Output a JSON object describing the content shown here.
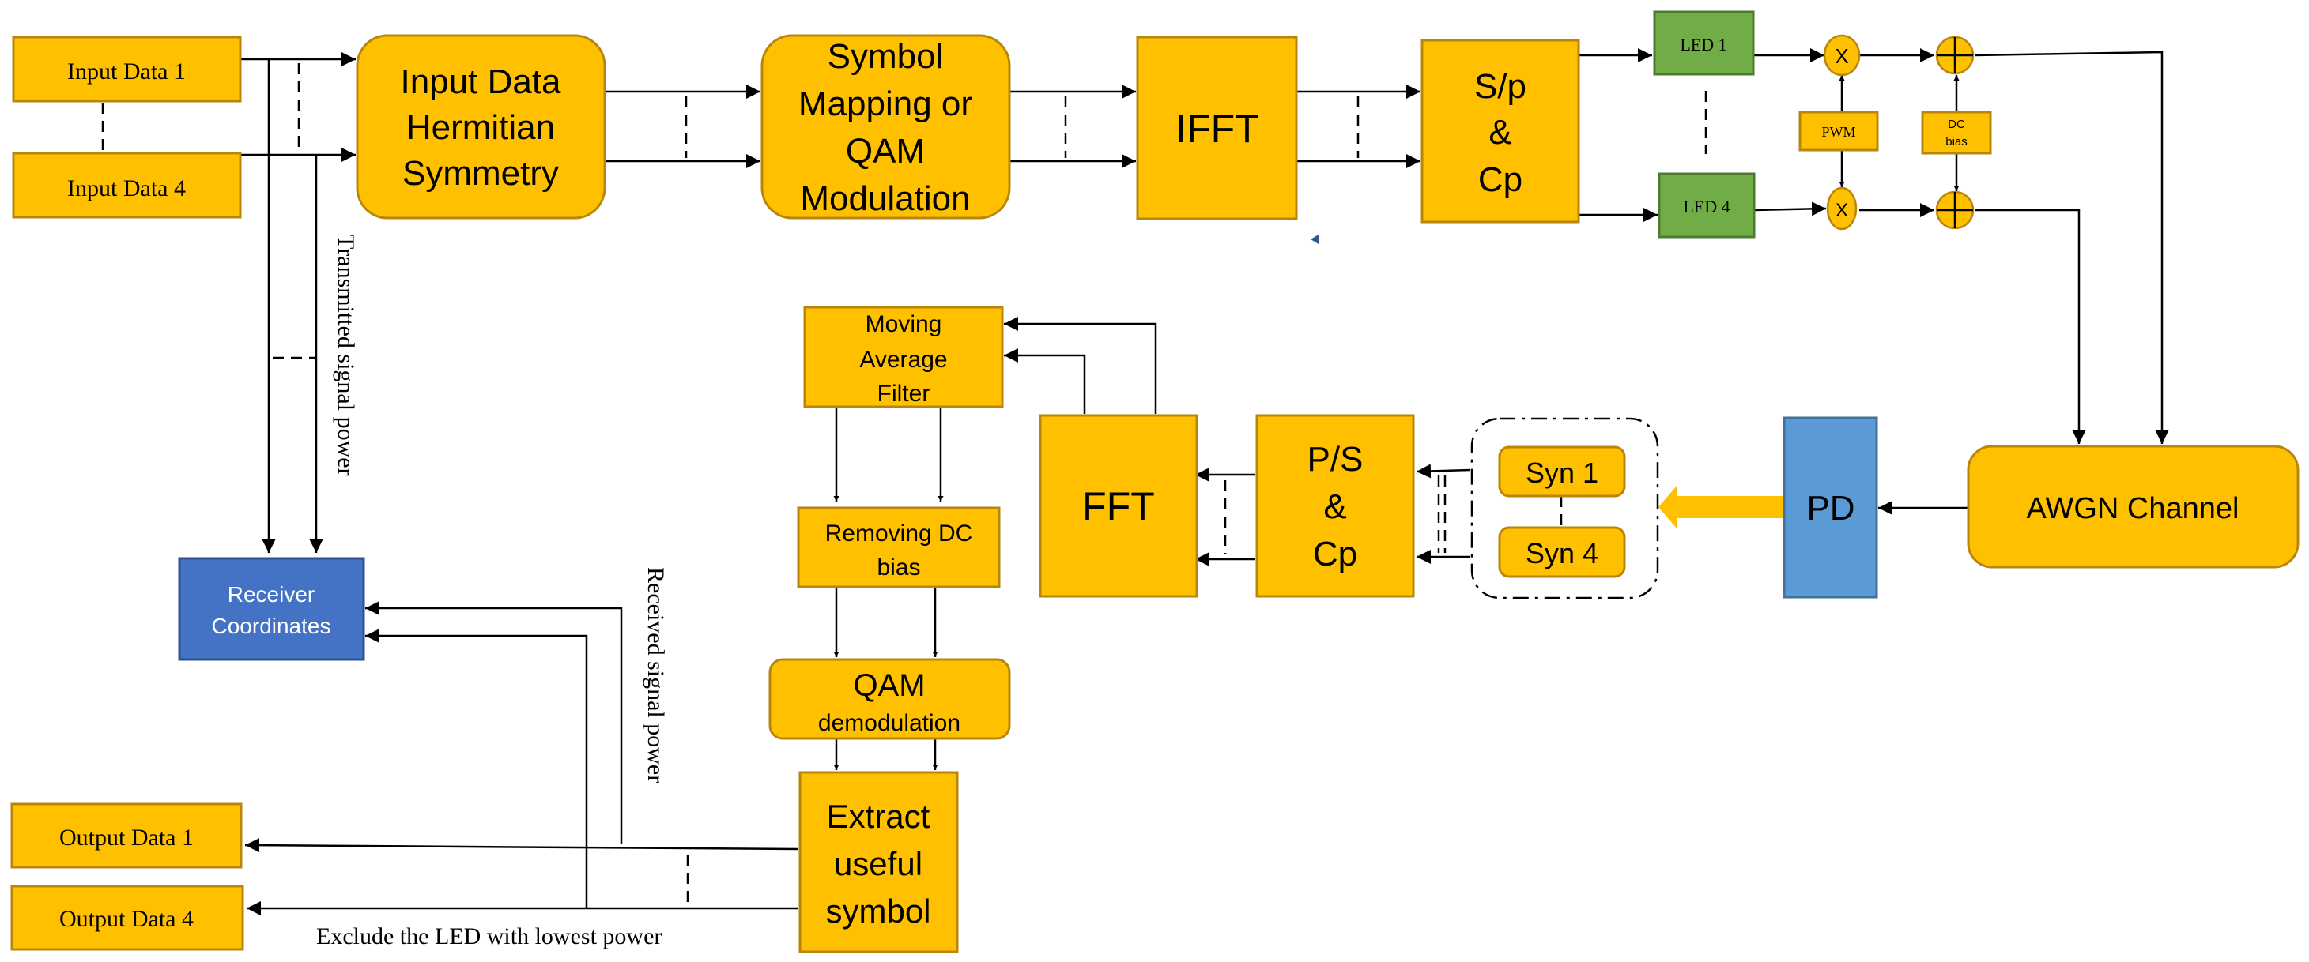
{
  "blocks": {
    "input_data_1": "Input Data 1",
    "input_data_4": "Input Data 4",
    "hermitian": [
      "Input Data",
      "Hermitian",
      "Symmetry"
    ],
    "symbol_mapping": [
      "Symbol",
      "Mapping or",
      "QAM",
      "Modulation"
    ],
    "ifft": "IFFT",
    "sp_cp": [
      "S/p",
      "&",
      "Cp"
    ],
    "led_1": "LED 1",
    "led_4": "LED 4",
    "pwm": "PWM",
    "dc_bias": [
      "DC",
      "bias"
    ],
    "multiply_symbol": "X",
    "awgn": "AWGN Channel",
    "pd": "PD",
    "syn_1": "Syn 1",
    "syn_4": "Syn 4",
    "ps_cp": [
      "P/S",
      "&",
      "Cp"
    ],
    "fft": "FFT",
    "moving_average": [
      "Moving",
      "Average",
      "Filter"
    ],
    "removing_dc": [
      "Removing DC",
      "bias"
    ],
    "qam_demod": [
      "QAM",
      "demodulation"
    ],
    "extract": [
      "Extract",
      "useful",
      "symbol"
    ],
    "receiver_coordinates": [
      "Receiver",
      "Coordinates"
    ],
    "output_data_1": "Output Data 1",
    "output_data_4": "Output Data 4"
  },
  "labels": {
    "transmitted_power": "Transmitted signal power",
    "received_power": "Received signal power",
    "exclude_led": "Exclude the LED with lowest power"
  },
  "colors": {
    "block": "#FFC000",
    "led": "#70AD47",
    "pd": "#5B9BD5",
    "receiver": "#4472C4",
    "big_arrow": "#FFC000"
  }
}
